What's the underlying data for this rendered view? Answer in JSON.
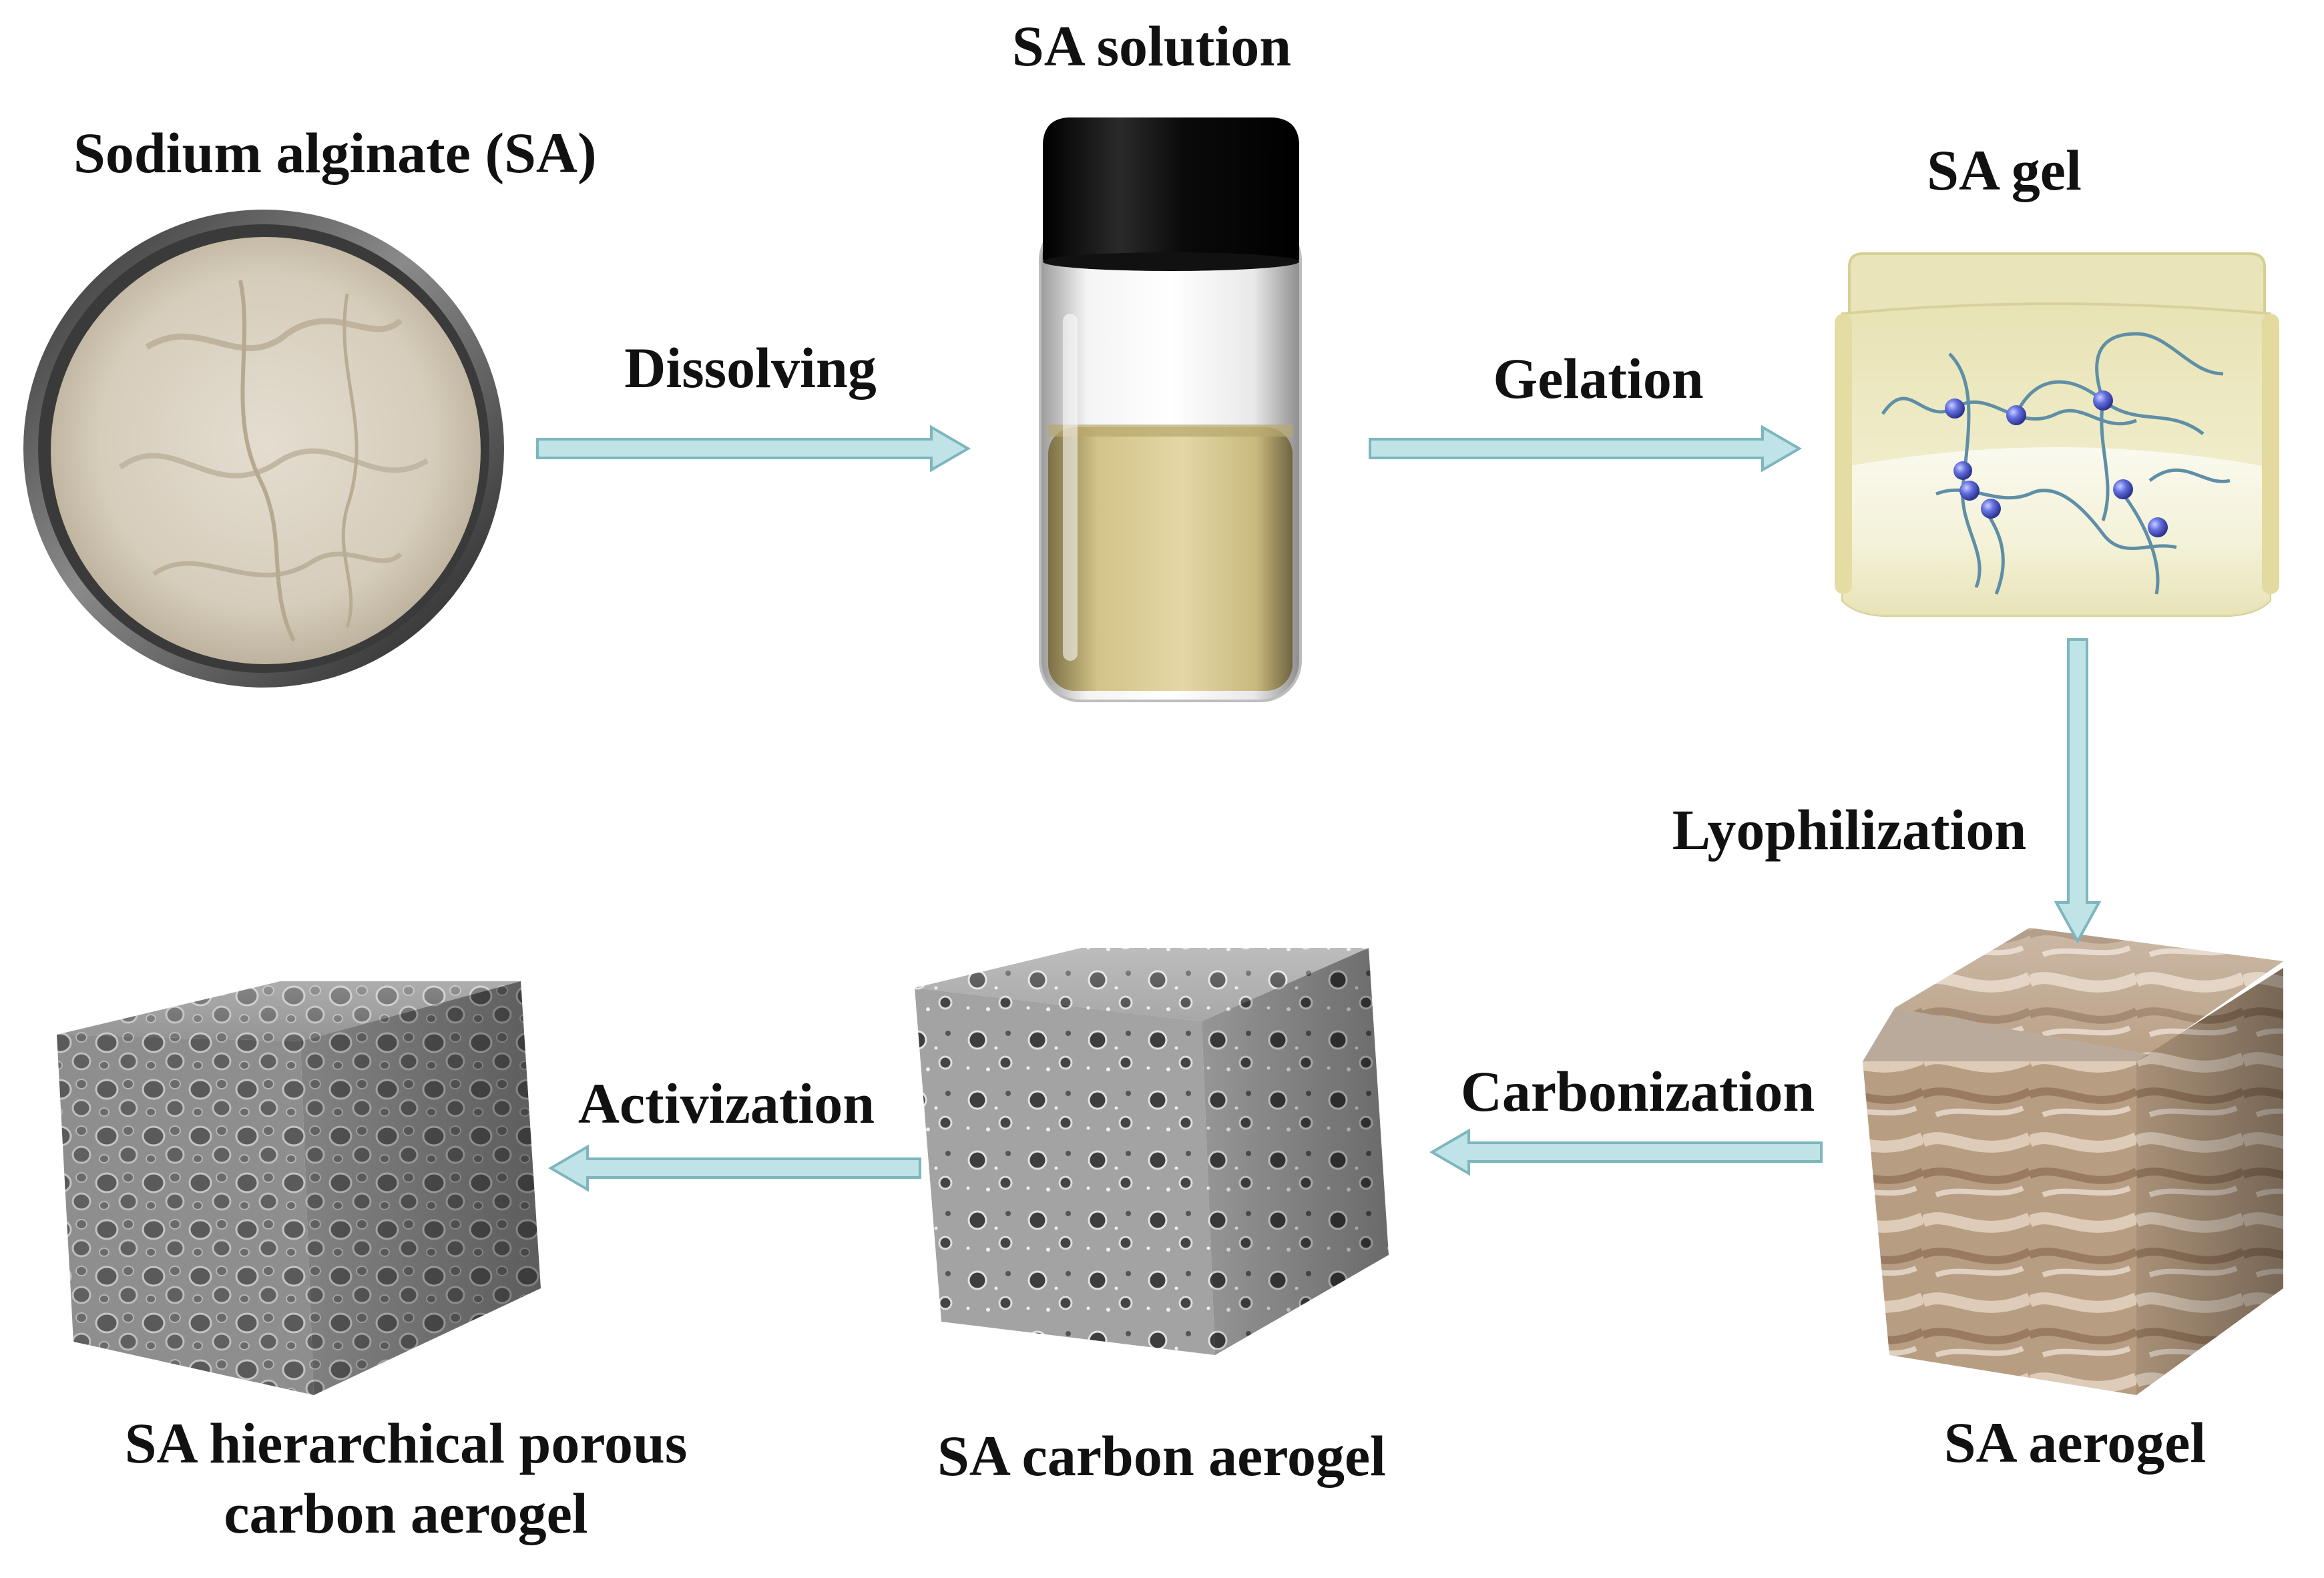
{
  "stages": {
    "powder": {
      "label": "Sodium alginate (SA)",
      "icon": "powder-dish-icon"
    },
    "solution": {
      "label": "SA solution",
      "icon": "vial-icon"
    },
    "gel": {
      "label": "SA gel",
      "icon": "gel-network-icon"
    },
    "aerogel": {
      "label": "SA aerogel",
      "icon": "aerogel-cube-icon"
    },
    "carbon_aerogel": {
      "label": "SA carbon aerogel",
      "icon": "carbon-cube-icon"
    },
    "porous_aerogel": {
      "label_line1": "SA hierarchical porous",
      "label_line2": "carbon aerogel",
      "icon": "porous-cube-icon"
    }
  },
  "steps": {
    "dissolving": "Dissolving",
    "gelation": "Gelation",
    "lyophilization": "Lyophilization",
    "carbonization": "Carbonization",
    "activization": "Activization"
  },
  "colors": {
    "arrow_fill": "#bfe3e7",
    "arrow_stroke": "#7eb6bd",
    "vial_cap": "#0d0d0d",
    "vial_liquid": "#d6c68f",
    "gel_bead": "#5b64d6",
    "gel_chain": "#5f8fa6",
    "powder": "#d9d2c4",
    "aerogel": "#b39a80",
    "carbon": "#9a9a9a"
  }
}
